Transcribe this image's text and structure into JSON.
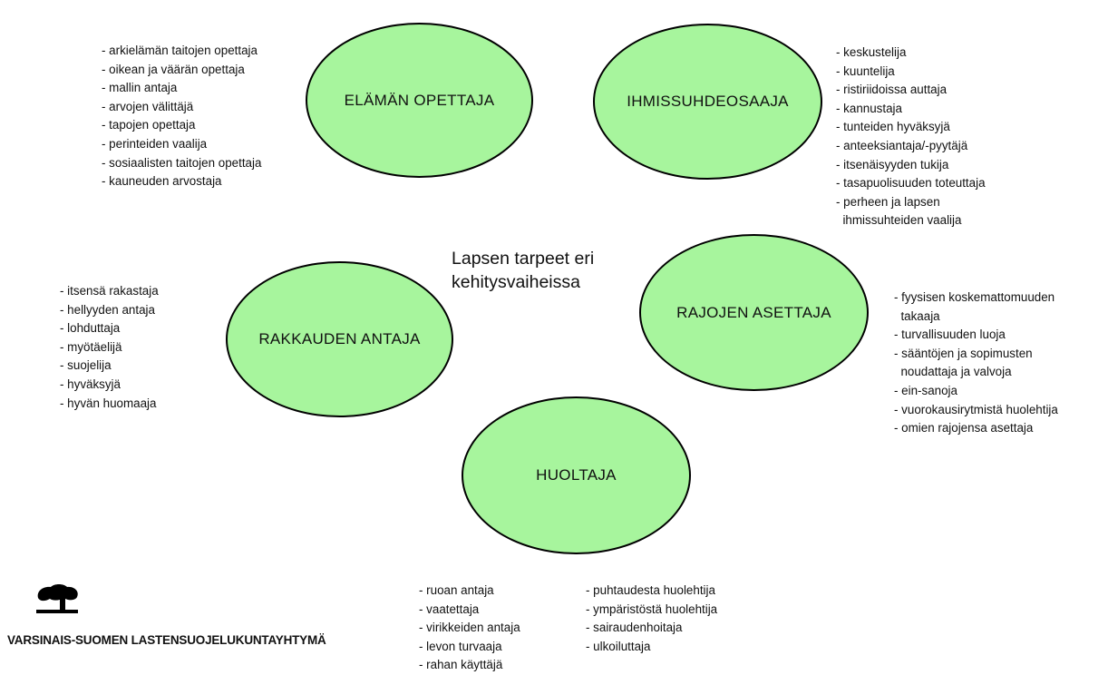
{
  "center": {
    "line1": "Lapsen tarpeet eri",
    "line2": "kehitysvaiheissa"
  },
  "roles": [
    {
      "title": "ELÄMÄN OPETTAJA",
      "items": [
        "- arkielämän taitojen opettaja",
        "- oikean ja väärän opettaja",
        "- mallin antaja",
        "- arvojen välittäjä",
        "- tapojen opettaja",
        "- perinteiden vaalija",
        "- sosiaalisten taitojen opettaja",
        "- kauneuden arvostaja"
      ]
    },
    {
      "title": "IHMISSUHDEOSAAJA",
      "items": [
        "- keskustelija",
        "- kuuntelija",
        "- ristiriidoissa auttaja",
        "- kannustaja",
        "- tunteiden hyväksyjä",
        "- anteeksiantaja/-pyytäjä",
        "- itsenäisyyden tukija",
        "- tasapuolisuuden toteuttaja",
        "- perheen ja lapsen",
        "  ihmissuhteiden vaalija"
      ]
    },
    {
      "title": "RAKKAUDEN ANTAJA",
      "items": [
        "- itsensä rakastaja",
        "- hellyyden antaja",
        "- lohduttaja",
        "- myötäelijä",
        "- suojelija",
        "- hyväksyjä",
        "- hyvän huomaaja"
      ]
    },
    {
      "title": "RAJOJEN ASETTAJA",
      "items": [
        "- fyysisen koskemattomuuden",
        "  takaaja",
        "- turvallisuuden luoja",
        "- sääntöjen ja sopimusten",
        "  noudattaja ja valvoja",
        "- ein-sanoja",
        "- vuorokausirytmistä huolehtija",
        "- omien rajojensa asettaja"
      ]
    },
    {
      "title": "HUOLTAJA",
      "items_left": [
        "- ruoan antaja",
        "- vaatettaja",
        "- virikkeiden antaja",
        "- levon turvaaja",
        "- rahan käyttäjä"
      ],
      "items_right": [
        "- puhtaudesta huolehtija",
        "- ympäristöstä huolehtija",
        "- sairaudenhoitaja",
        "- ulkoiluttaja"
      ]
    }
  ],
  "organization": "VARSINAIS-SUOMEN LASTENSUOJELUKUNTAYHTYMÄ",
  "logo_icon": "tree-family-icon",
  "colors": {
    "ellipse_fill": "#a7f59d",
    "ellipse_border": "#000000"
  }
}
